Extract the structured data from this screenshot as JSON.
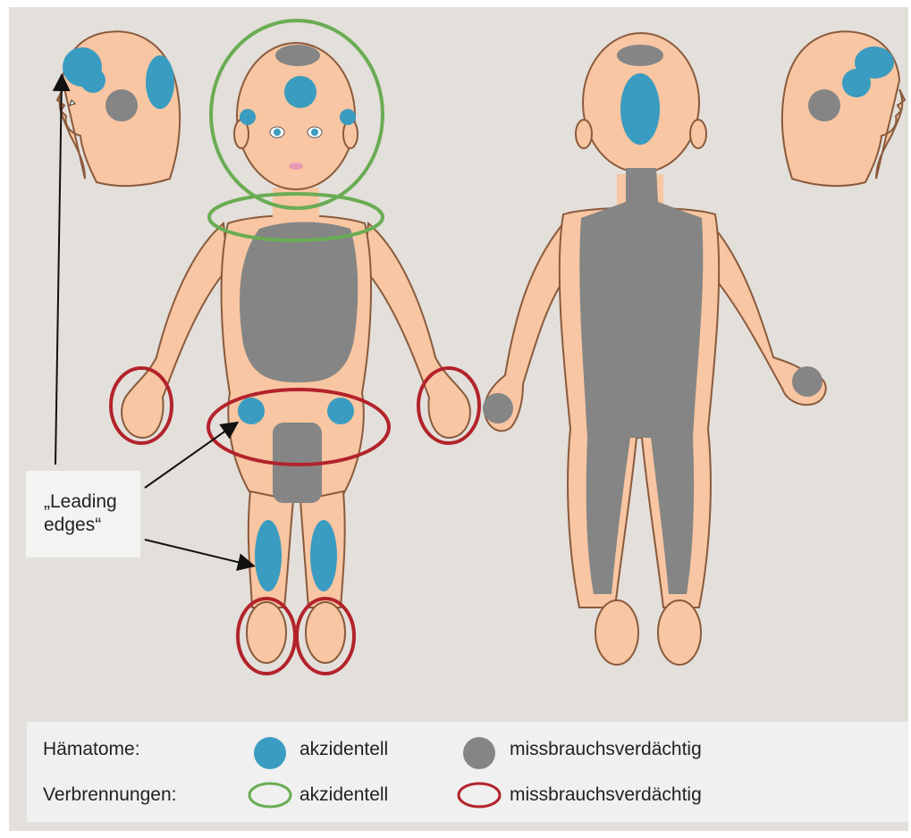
{
  "callout": {
    "line1": "„Leading",
    "line2": "edges“"
  },
  "legend": {
    "rows": [
      {
        "label": "Hämatome:",
        "accidental": "akzidentell",
        "suspicious": "missbrauchsverdächtig"
      },
      {
        "label": "Verbrennungen:",
        "accidental": "akzidentell",
        "suspicious": "missbrauchsverdächtig"
      }
    ]
  },
  "colors": {
    "background": "#e3dfda",
    "skin": "#f8c6a2",
    "outline": "#8a5a3c",
    "bruise_accidental": "#3a9cc0",
    "bruise_suspicious": "#858585",
    "burn_accidental": "#6aac54",
    "burn_suspicious": "#b3232b"
  },
  "icons": {
    "bruise_accidental": "filled-blue-circle",
    "bruise_suspicious": "filled-gray-circle",
    "burn_accidental": "green-ring",
    "burn_suspicious": "red-ring"
  }
}
